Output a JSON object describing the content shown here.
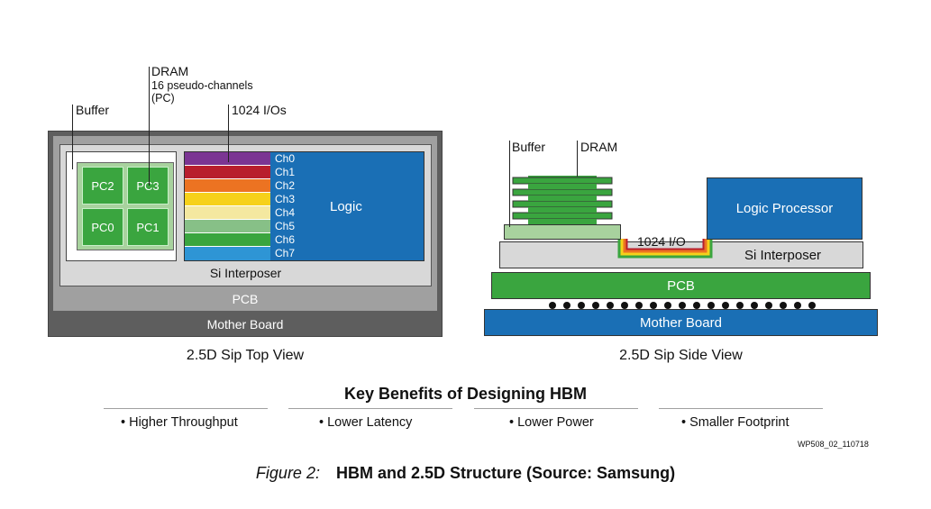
{
  "top_view": {
    "labels": {
      "buffer": "Buffer",
      "dram": "DRAM",
      "pseudo_channels": "16 pseudo-channels",
      "pc": "(PC)",
      "ios": "1024 I/Os"
    },
    "pcs": [
      "PC2",
      "PC3",
      "PC0",
      "PC1"
    ],
    "channels": [
      "Ch0",
      "Ch1",
      "Ch2",
      "Ch3",
      "Ch4",
      "Ch5",
      "Ch6",
      "Ch7"
    ],
    "channel_colors": [
      "#7b3593",
      "#b81e2d",
      "#ec7322",
      "#f6d11a",
      "#f4e8a0",
      "#87c087",
      "#3aa53f",
      "#2e95d5"
    ],
    "logic": "Logic",
    "si_interposer": "Si Interposer",
    "pcb": "PCB",
    "mother_board": "Mother Board",
    "caption": "2.5D Sip Top View"
  },
  "side_view": {
    "buffer": "Buffer",
    "dram": "DRAM",
    "io": "1024 I/O",
    "logic_processor": "Logic Processor",
    "si_interposer": "Si Interposer",
    "pcb": "PCB",
    "mother_board": "Mother Board",
    "caption": "2.5D Sip Side View"
  },
  "benefits": {
    "title": "Key Benefits of Designing HBM",
    "items": [
      "• Higher Throughput",
      "• Lower Latency",
      "• Lower Power",
      "• Smaller Footprint"
    ]
  },
  "figure_id": "WP508_02_110718",
  "figure_caption": {
    "label": "Figure 2:",
    "text": "HBM and 2.5D Structure (Source: Samsung)"
  },
  "colors": {
    "mother_board_dark": "#5e5e5e",
    "pcb_gray": "#a0a0a0",
    "interposer": "#d8d8d8",
    "logic_blue": "#1a6fb5",
    "dram_green": "#3aa53f",
    "buffer_light_green": "#a8d29e"
  }
}
